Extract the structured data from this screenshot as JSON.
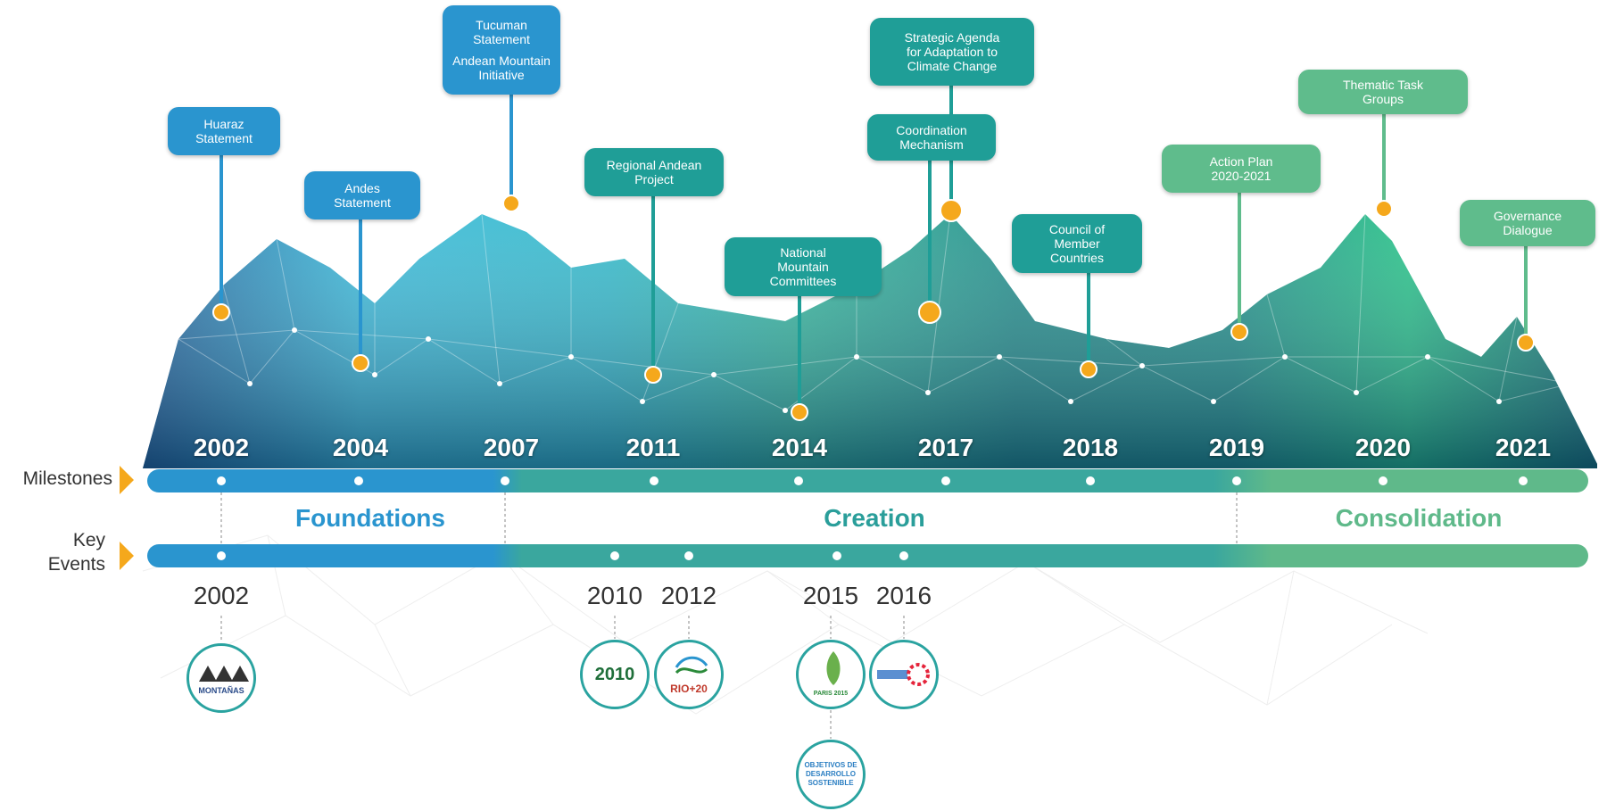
{
  "row_labels": {
    "milestones": "Milestones",
    "key_events": [
      "Key",
      "Events"
    ]
  },
  "phases": [
    {
      "name": "Foundations",
      "color": "#2a95cf"
    },
    {
      "name": "Creation",
      "color": "#2a9e9a"
    },
    {
      "name": "Consolidation",
      "color": "#5fb98a"
    }
  ],
  "milestones": [
    {
      "year": "2002",
      "lines": [
        "Huaraz",
        "Statement"
      ],
      "style": "blue"
    },
    {
      "year": "2004",
      "lines": [
        "Andes",
        "Statement"
      ],
      "style": "blue"
    },
    {
      "year": "2007",
      "lines": [
        "Tucuman",
        "Statement",
        "",
        "Andean Mountain",
        "Initiative"
      ],
      "style": "blue"
    },
    {
      "year": "2011",
      "lines": [
        "Regional Andean",
        "Project"
      ],
      "style": "teal"
    },
    {
      "year": "2014",
      "lines": [
        "National",
        "Mountain",
        "Committees"
      ],
      "style": "teal"
    },
    {
      "year": "2017",
      "lines": [
        "Strategic Agenda",
        "for Adaptation to",
        "Climate Change"
      ],
      "style": "teal"
    },
    {
      "year": "",
      "lines": [
        "Coordination",
        "Mechanism"
      ],
      "style": "teal"
    },
    {
      "year": "2018",
      "lines": [
        "Council of",
        "Member",
        "Countries"
      ],
      "style": "teal"
    },
    {
      "year": "2019",
      "lines": [
        "Action Plan",
        "2020-2021"
      ],
      "style": "green"
    },
    {
      "year": "2020",
      "lines": [
        "Thematic Task",
        "Groups"
      ],
      "style": "green"
    },
    {
      "year": "2021",
      "lines": [
        "Governance",
        "Dialogue"
      ],
      "style": "green"
    }
  ],
  "key_events": [
    {
      "year": "2002",
      "logos": [
        {
          "name": "mountain-partnership-logo",
          "text": "MONTAÑAS"
        }
      ]
    },
    {
      "year": "2010",
      "logos": [
        {
          "name": "year-2010-logo",
          "text": "2010"
        }
      ]
    },
    {
      "year": "2012",
      "logos": [
        {
          "name": "rio-plus-20-logo",
          "text": "RIO+20"
        }
      ]
    },
    {
      "year": "2015",
      "logos": [
        {
          "name": "paris-2015-logo",
          "text": "PARIS 2015"
        },
        {
          "name": "sdg-logo",
          "text": "OBJETIVOS DE DESARROLLO SOSTENIBLE"
        }
      ]
    },
    {
      "year": "2016",
      "logos": [
        {
          "name": "sdg-wheel-logo",
          "text": ""
        }
      ]
    }
  ],
  "colors": {
    "blue": "#2a95cf",
    "teal": "#1f9e97",
    "green": "#5fbc8c",
    "dot": "#f5a81c",
    "arrow": "#f5a81c"
  }
}
